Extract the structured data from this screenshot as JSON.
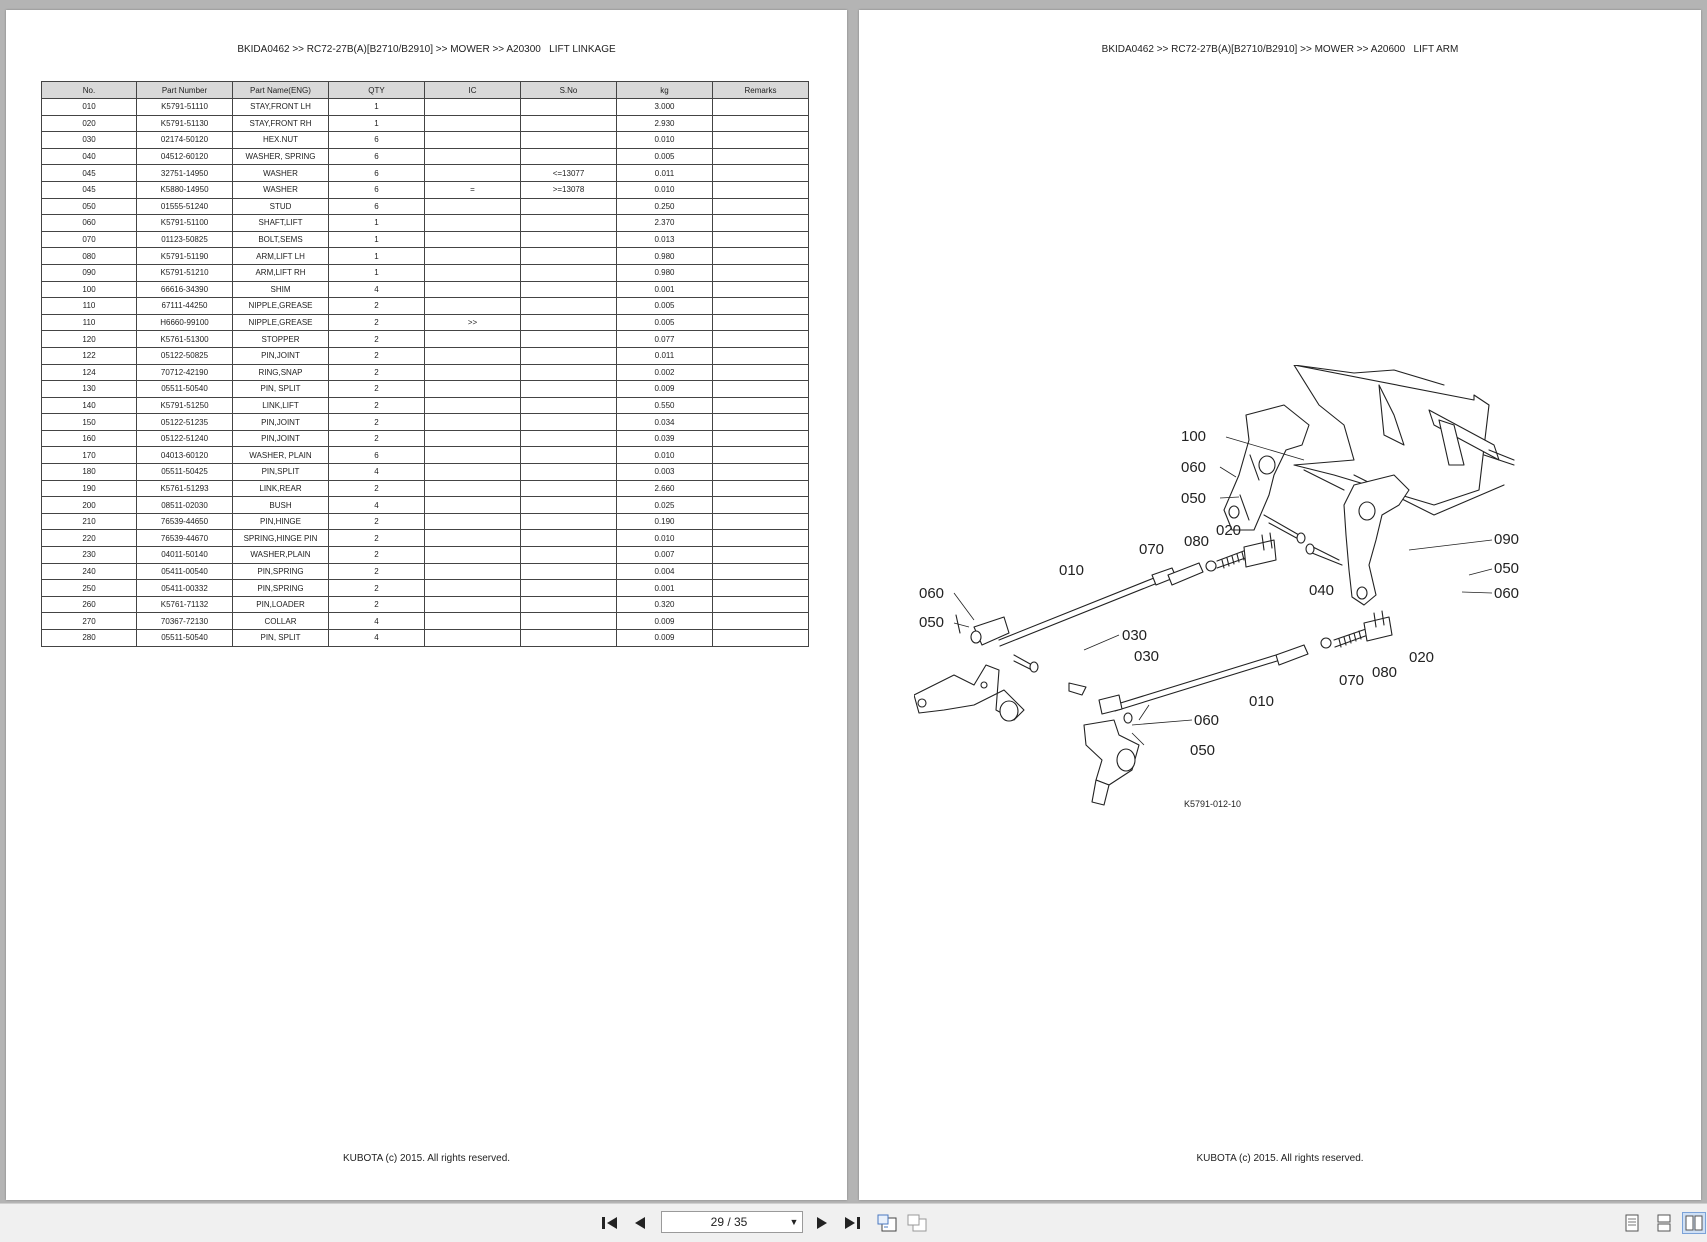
{
  "left_page": {
    "header": "BKIDA0462 >> RC72-27B(A)[B2710/B2910] >> MOWER >> A20300   LIFT LINKAGE",
    "footer": "KUBOTA (c) 2015. All rights reserved.",
    "table": {
      "columns": [
        "No.",
        "Part Number",
        "Part Name(ENG)",
        "QTY",
        "IC",
        "S.No",
        "kg",
        "Remarks"
      ],
      "rows": [
        [
          "010",
          "K5791-51110",
          "STAY,FRONT LH",
          "1",
          "",
          "",
          "3.000",
          ""
        ],
        [
          "020",
          "K5791-51130",
          "STAY,FRONT RH",
          "1",
          "",
          "",
          "2.930",
          ""
        ],
        [
          "030",
          "02174-50120",
          "HEX.NUT",
          "6",
          "",
          "",
          "0.010",
          ""
        ],
        [
          "040",
          "04512-60120",
          "WASHER, SPRING",
          "6",
          "",
          "",
          "0.005",
          ""
        ],
        [
          "045",
          "32751-14950",
          "WASHER",
          "6",
          "",
          "<=13077",
          "0.011",
          ""
        ],
        [
          "045",
          "K5880-14950",
          "WASHER",
          "6",
          "=",
          ">=13078",
          "0.010",
          ""
        ],
        [
          "050",
          "01555-51240",
          "STUD",
          "6",
          "",
          "",
          "0.250",
          ""
        ],
        [
          "060",
          "K5791-51100",
          "SHAFT,LIFT",
          "1",
          "",
          "",
          "2.370",
          ""
        ],
        [
          "070",
          "01123-50825",
          "BOLT,SEMS",
          "1",
          "",
          "",
          "0.013",
          ""
        ],
        [
          "080",
          "K5791-51190",
          "ARM,LIFT LH",
          "1",
          "",
          "",
          "0.980",
          ""
        ],
        [
          "090",
          "K5791-51210",
          "ARM,LIFT RH",
          "1",
          "",
          "",
          "0.980",
          ""
        ],
        [
          "100",
          "66616-34390",
          "SHIM",
          "4",
          "",
          "",
          "0.001",
          ""
        ],
        [
          "110",
          "67111-44250",
          "NIPPLE,GREASE",
          "2",
          "",
          "",
          "0.005",
          ""
        ],
        [
          "110",
          "H6660-99100",
          "NIPPLE,GREASE",
          "2",
          ">>",
          "",
          "0.005",
          ""
        ],
        [
          "120",
          "K5761-51300",
          "STOPPER",
          "2",
          "",
          "",
          "0.077",
          ""
        ],
        [
          "122",
          "05122-50825",
          "PIN,JOINT",
          "2",
          "",
          "",
          "0.011",
          ""
        ],
        [
          "124",
          "70712-42190",
          "RING,SNAP",
          "2",
          "",
          "",
          "0.002",
          ""
        ],
        [
          "130",
          "05511-50540",
          "PIN, SPLIT",
          "2",
          "",
          "",
          "0.009",
          ""
        ],
        [
          "140",
          "K5791-51250",
          "LINK,LIFT",
          "2",
          "",
          "",
          "0.550",
          ""
        ],
        [
          "150",
          "05122-51235",
          "PIN,JOINT",
          "2",
          "",
          "",
          "0.034",
          ""
        ],
        [
          "160",
          "05122-51240",
          "PIN,JOINT",
          "2",
          "",
          "",
          "0.039",
          ""
        ],
        [
          "170",
          "04013-60120",
          "WASHER, PLAIN",
          "6",
          "",
          "",
          "0.010",
          ""
        ],
        [
          "180",
          "05511-50425",
          "PIN,SPLIT",
          "4",
          "",
          "",
          "0.003",
          ""
        ],
        [
          "190",
          "K5761-51293",
          "LINK,REAR",
          "2",
          "",
          "",
          "2.660",
          ""
        ],
        [
          "200",
          "08511-02030",
          "BUSH",
          "4",
          "",
          "",
          "0.025",
          ""
        ],
        [
          "210",
          "76539-44650",
          "PIN,HINGE",
          "2",
          "",
          "",
          "0.190",
          ""
        ],
        [
          "220",
          "76539-44670",
          "SPRING,HINGE PIN",
          "2",
          "",
          "",
          "0.010",
          ""
        ],
        [
          "230",
          "04011-50140",
          "WASHER,PLAIN",
          "2",
          "",
          "",
          "0.007",
          ""
        ],
        [
          "240",
          "05411-00540",
          "PIN,SPRING",
          "2",
          "",
          "",
          "0.004",
          ""
        ],
        [
          "250",
          "05411-00332",
          "PIN,SPRING",
          "2",
          "",
          "",
          "0.001",
          ""
        ],
        [
          "260",
          "K5761-71132",
          "PIN,LOADER",
          "2",
          "",
          "",
          "0.320",
          ""
        ],
        [
          "270",
          "70367-72130",
          "COLLAR",
          "4",
          "",
          "",
          "0.009",
          ""
        ],
        [
          "280",
          "05511-50540",
          "PIN, SPLIT",
          "4",
          "",
          "",
          "0.009",
          ""
        ]
      ]
    }
  },
  "right_page": {
    "header": "BKIDA0462 >> RC72-27B(A)[B2710/B2910] >> MOWER >> A20600   LIFT ARM",
    "footer": "KUBOTA (c) 2015. All rights reserved.",
    "diagram": {
      "drawing_number": "K5791-012-10",
      "callouts": {
        "c100": "100",
        "c060a": "060",
        "c050a": "050",
        "c020a": "020",
        "c080a": "080",
        "c070a": "070",
        "c010a": "010",
        "c040": "040",
        "c090": "090",
        "c050b": "050",
        "c060b": "060",
        "c060c": "060",
        "c050c": "050",
        "c030a": "030",
        "c030b": "030",
        "c070b": "070",
        "c080b": "080",
        "c020b": "020",
        "c010b": "010",
        "c060d": "060",
        "c050d": "050"
      }
    }
  },
  "toolbar": {
    "page_indicator": "29 / 35",
    "buttons": [
      "first-page",
      "previous-page",
      "next-page",
      "last-page",
      "continuous-view",
      "facing-view",
      "single-page-layout",
      "continuous-layout",
      "two-page-layout"
    ]
  }
}
